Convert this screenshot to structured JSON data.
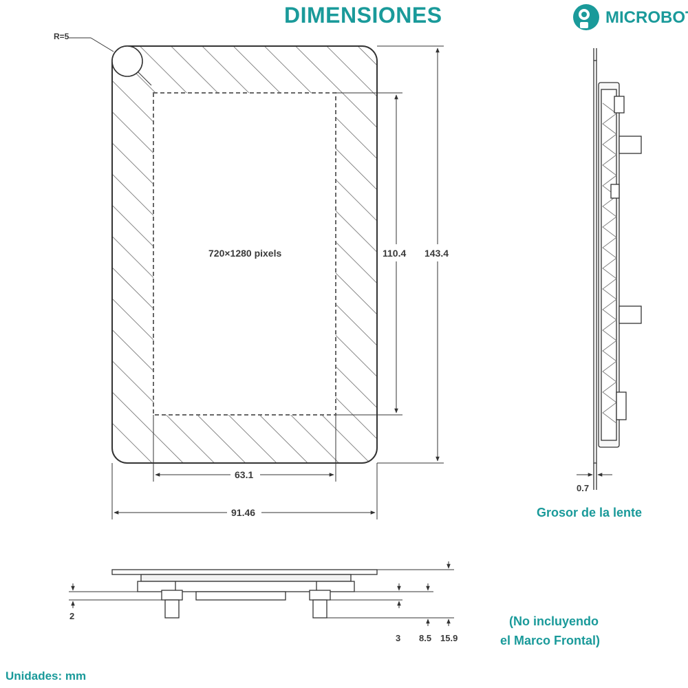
{
  "title": "DIMENSIONES",
  "brand": {
    "name": "MICROBOT",
    "icon": "robot-head-logo-icon"
  },
  "front_view": {
    "radius_label": "R=5",
    "resolution_label": "720×1280 pixels",
    "active_height": "110.4",
    "outer_height": "143.4",
    "active_width": "63.1",
    "outer_width": "91.46"
  },
  "side_view": {
    "lens_thickness": "0.7",
    "caption": "Grosor de la lente"
  },
  "bottom_view": {
    "d1": "2",
    "d2": "3",
    "d3": "8.5",
    "d4": "15.9"
  },
  "note": {
    "line1": "(No incluyendo",
    "line2": "el Marco Frontal)"
  },
  "units": "Unidades: mm",
  "colors": {
    "accent": "#1a9a9a",
    "line": "#333333"
  }
}
